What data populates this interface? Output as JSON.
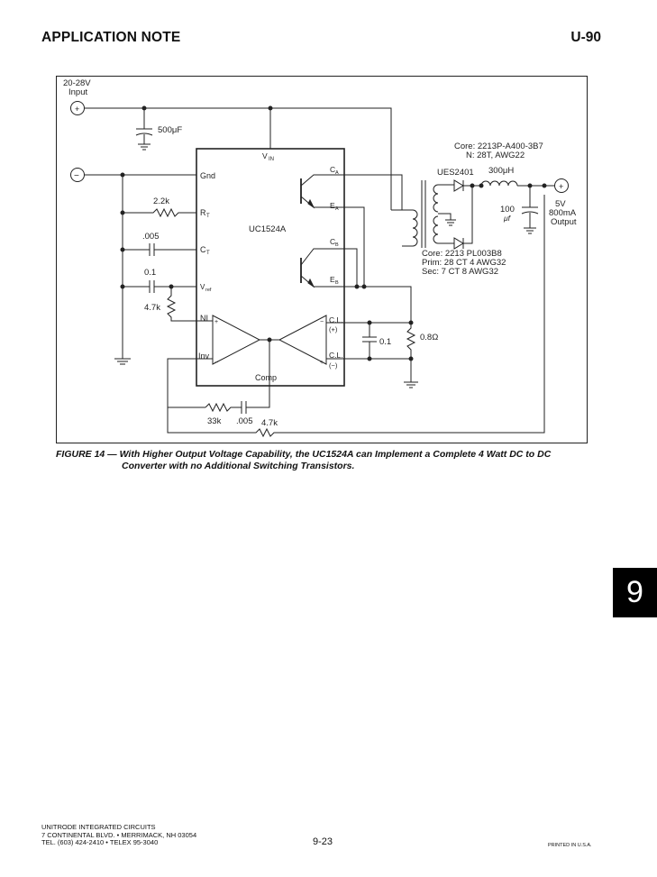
{
  "header": {
    "left": "APPLICATION NOTE",
    "right": "U-90"
  },
  "schematic": {
    "input_voltage": "20-28V",
    "input_label": "Input",
    "cap_in": "500μF",
    "ic_name": "UC1524A",
    "pins": {
      "vin": "V",
      "vin_sub": "IN",
      "gnd": "Gnd",
      "rt": "R",
      "rt_sub": "T",
      "ct": "C",
      "ct_sub": "T",
      "vref": "V",
      "vref_sub": "ref",
      "ca": "C",
      "ca_sub": "A",
      "ea": "E",
      "ea_sub": "A",
      "cb": "C",
      "cb_sub": "B",
      "eb": "E",
      "eb_sub": "B",
      "ni": "NI",
      "inv": "Inv",
      "cl_pos": "C.L.",
      "cl_pos_sign": "(+)",
      "cl_neg": "C.L.",
      "cl_neg_sign": "(−)",
      "comp": "Comp"
    },
    "r_timing": "2.2k",
    "c_timing": ".005",
    "c_ref": "0.1",
    "r_div": "4.7k",
    "c_cl": "0.1",
    "r_sense": "0.8Ω",
    "comp_r": "33k",
    "comp_c": ".005",
    "comp_r2": "4.7k",
    "diode": "UES2401",
    "inductor_value": "300μH",
    "core1": "Core:  2213P-A400-3B7",
    "core1_n": "N:  28T, AWG22",
    "cap_out_value": "100",
    "cap_out_unit": "μf",
    "output_voltage": "5V",
    "output_current": "800mA",
    "output_label": "Output",
    "core2_core": "Core:  2213 PL003B8",
    "core2_prim": "Prim:  28 CT 4 AWG32",
    "core2_sec": "Sec:    7 CT 8 AWG32",
    "plus": "+",
    "minus": "−"
  },
  "caption": {
    "label": "FIGURE 14 —",
    "line1": "With Higher Output Voltage Capability, the UC1524A can Implement a Complete 4 Watt DC to DC",
    "line2": "Converter with no Additional Switching Transistors."
  },
  "section_tab": "9",
  "footer": {
    "company": "UNITRODE INTEGRATED CIRCUITS",
    "address": "7 CONTINENTAL BLVD. • MERRIMACK, NH 03054",
    "phone": "TEL. (603) 424-2410 • TELEX 95-3040",
    "page_number": "9-23",
    "printed": "PRINTED IN U.S.A."
  }
}
